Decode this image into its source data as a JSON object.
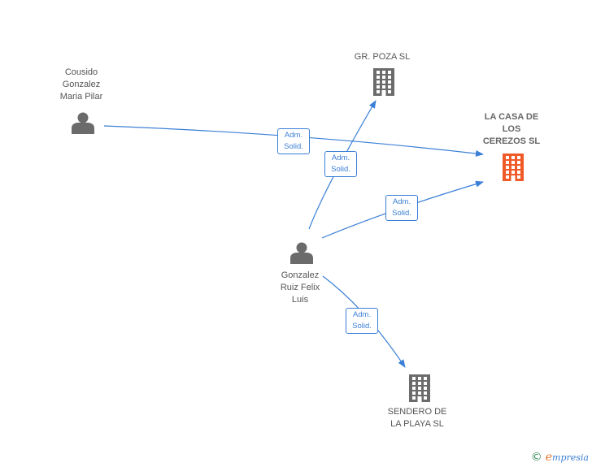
{
  "colors": {
    "edge": "#3a7fd6",
    "person": "#6b6b6b",
    "company": "#6b6b6b",
    "main_company": "#f05a28"
  },
  "nodes": [
    {
      "id": "cousido",
      "type": "person",
      "icon": "person-icon",
      "label": "Cousido\nGonzalez\nMaria Pilar"
    },
    {
      "id": "gonzalez",
      "type": "person",
      "icon": "person-icon",
      "label": "Gonzalez\nRuiz Felix\nLuis"
    },
    {
      "id": "gr_poza",
      "type": "company",
      "icon": "building-icon",
      "label": "GR.  POZA  SL"
    },
    {
      "id": "casa_cerezos",
      "type": "company",
      "main": true,
      "icon": "building-icon",
      "label": "LA CASA DE\nLOS\nCEREZOS SL"
    },
    {
      "id": "sendero",
      "type": "company",
      "icon": "building-icon",
      "label": "SENDERO DE\nLA PLAYA SL"
    }
  ],
  "edges": [
    {
      "from": "cousido",
      "to": "casa_cerezos",
      "label": "Adm.\nSolid."
    },
    {
      "from": "gonzalez",
      "to": "gr_poza",
      "label": "Adm.\nSolid."
    },
    {
      "from": "gonzalez",
      "to": "casa_cerezos",
      "label": "Adm.\nSolid."
    },
    {
      "from": "gonzalez",
      "to": "sendero",
      "label": "Adm.\nSolid."
    }
  ],
  "footer": {
    "copyright_symbol": "©",
    "brand_initial": "e",
    "brand_rest": "mpresia"
  }
}
